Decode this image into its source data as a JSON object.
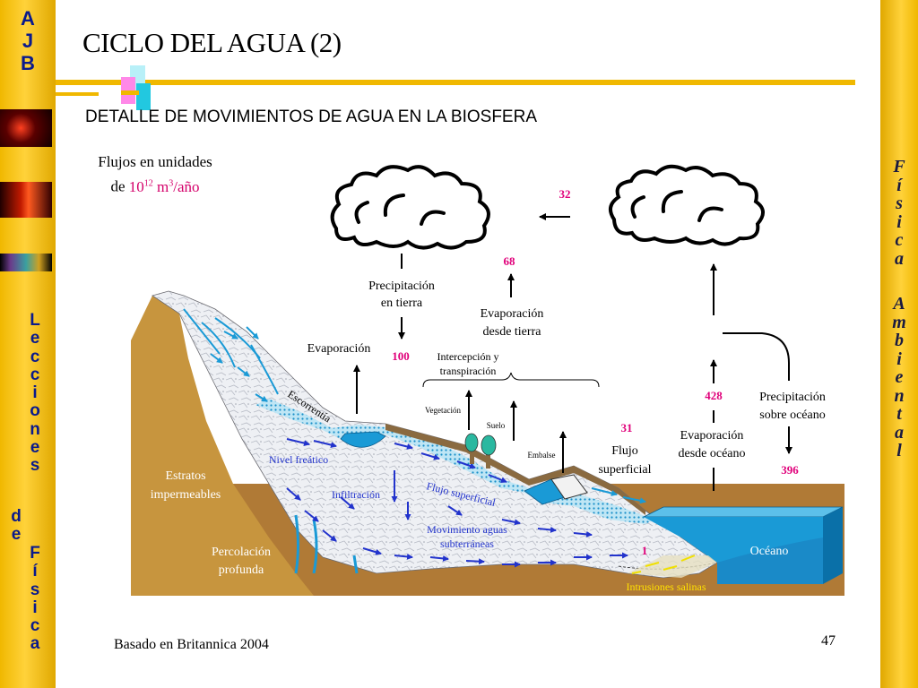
{
  "sidebar_left": {
    "letters_top": [
      "A",
      "J",
      "B"
    ],
    "letters_series": [
      "L",
      "e",
      "c",
      "c",
      "i",
      "o",
      "n",
      "e",
      "s"
    ],
    "letters_de": [
      "d",
      "e"
    ],
    "letters_fisica": [
      "F",
      "í",
      "s",
      "i",
      "c",
      "a"
    ]
  },
  "sidebar_right": {
    "letters_fisica": [
      "F",
      "í",
      "s",
      "i",
      "c",
      "a"
    ],
    "letters_ambiental": [
      "A",
      "m",
      "b",
      "i",
      "e",
      "n",
      "t",
      "a",
      "l"
    ]
  },
  "slide": {
    "title": "CICLO DEL AGUA (2)",
    "subtitle": "DETALLE DE MOVIMIENTOS DE AGUA EN LA BIOSFERA",
    "units_line1": "Flujos en unidades",
    "units_de": "de",
    "units_base": "10",
    "units_exp": "12",
    "units_m": "m",
    "units_m_exp": "3",
    "units_rest": "/año",
    "footer": "Basado en Britannica 2004",
    "page": "47"
  },
  "diagram": {
    "values": {
      "atmospheric_transport": "32",
      "evaporation_land": "68",
      "precipitation_land": "100",
      "surface_runoff": "31",
      "evaporation_ocean": "428",
      "precipitation_ocean": "396",
      "groundwater_to_ocean": "1"
    },
    "labels": {
      "precip_land_1": "Precipitación",
      "precip_land_2": "en tierra",
      "evap_land_1": "Evaporación",
      "evap_land_2": "desde tierra",
      "evaporation": "Evaporación",
      "intercep_1": "Intercepción y",
      "intercep_2": "transpiración",
      "vegetation": "Vegetación",
      "soil": "Suelo",
      "reservoir": "Embalse",
      "runoff_1": "Flujo",
      "runoff_2": "superficial",
      "evap_ocean_1": "Evaporación",
      "evap_ocean_2": "desde océano",
      "precip_ocean_1": "Precipitación",
      "precip_ocean_2": "sobre océano",
      "escorrentia": "Escorrentía",
      "water_table": "Nivel freático",
      "infiltration": "Infiltración",
      "surface_flow": "Flujo superficial",
      "groundwater_1": "Movimiento aguas",
      "groundwater_2": "subterráneas",
      "impermeable_1": "Estratos",
      "impermeable_2": "impermeables",
      "percolation_1": "Percolación",
      "percolation_2": "profunda",
      "ocean": "Océano",
      "saline": "Intrusiones salinas"
    },
    "colors": {
      "accent_number": "#e0007a",
      "ocean": "#1a9ad6",
      "soil": "#b8863a",
      "label_blue": "#2233cc"
    }
  }
}
